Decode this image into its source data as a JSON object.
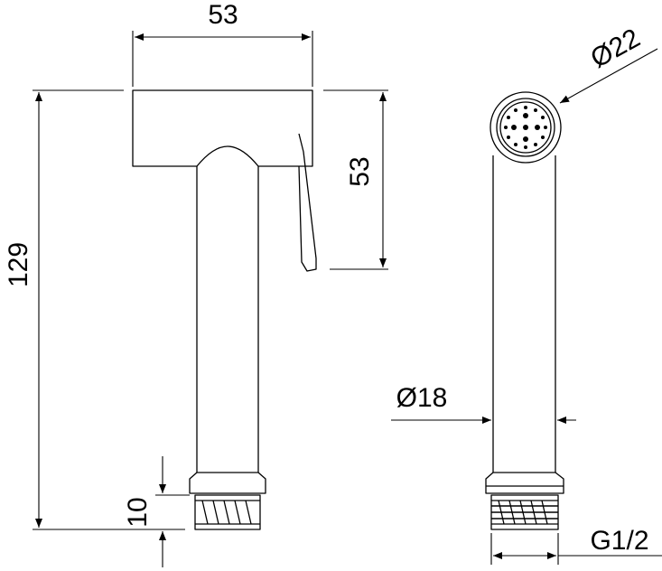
{
  "dimensions": {
    "top_width": "53",
    "overall_height": "129",
    "head_height": "53",
    "thread_length": "10",
    "head_diameter": "Ø22",
    "body_diameter": "Ø18",
    "thread_size": "G1/2"
  },
  "colors": {
    "line": "#000000",
    "background": "#ffffff"
  }
}
